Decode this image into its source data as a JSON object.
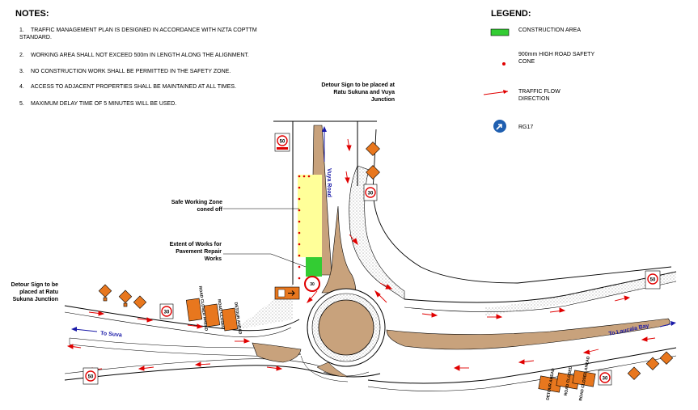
{
  "notes": {
    "title": "NOTES:",
    "items": [
      {
        "num": "1.",
        "text": "TRAFFIC MANAGEMENT PLAN IS DESIGNED IN ACCORDANCE  WITH NZTA COPTTM STANDARD."
      },
      {
        "num": "2.",
        "text": "WORKING AREA SHALL NOT EXCEED 500m IN LENGTH  ALONG THE ALIGNMENT."
      },
      {
        "num": "3.",
        "text": "NO CONSTRUCTION WORK SHALL BE PERMITTED IN THE   SAFETY ZONE."
      },
      {
        "num": "4.",
        "text": "ACCESS TO ADJACENT PROPERTIES SHALL BE   MAINTAINED AT ALL TIMES."
      },
      {
        "num": "5.",
        "text": "MAXIMUM DELAY TIME OF 5 MINUTES WILL BE USED."
      }
    ]
  },
  "legend": {
    "title": "LEGEND:",
    "construction_area": "CONSTRUCTION AREA",
    "cone": "900mm HIGH ROAD SAFETY CONE",
    "traffic_flow": "TRAFFIC FLOW DIRECTION",
    "rg17": "RG17"
  },
  "labels": {
    "detour_top": "Detour Sign to be placed at Ratu Sukuna and Vuya Junction",
    "detour_left": "Detour Sign to be placed at Ratu Sukuna Junction",
    "safe_zone": "Safe Working Zone coned off",
    "extent": "Extent of Works for Pavement Repair Works",
    "vuya_road": "Vuya Road",
    "to_suva": "To Suva",
    "to_laucala": "To Laucala Bay",
    "speed_50": "50",
    "speed_30": "30",
    "road_closed_ahead": "ROAD CLOSED AHEAD",
    "detour_ahead": "DETOUR AHEAD",
    "road_closed": "ROAD CLOSED"
  },
  "colors": {
    "construction_area": "#33cc33",
    "safe_zone": "#ffff99",
    "island": "#c8a27c",
    "cone": "#e00000",
    "flow_arrow": "#e00000",
    "road_text": "#1a1aa8",
    "sign_orange": "#e8771e",
    "rg17": "#1f5fb0"
  }
}
